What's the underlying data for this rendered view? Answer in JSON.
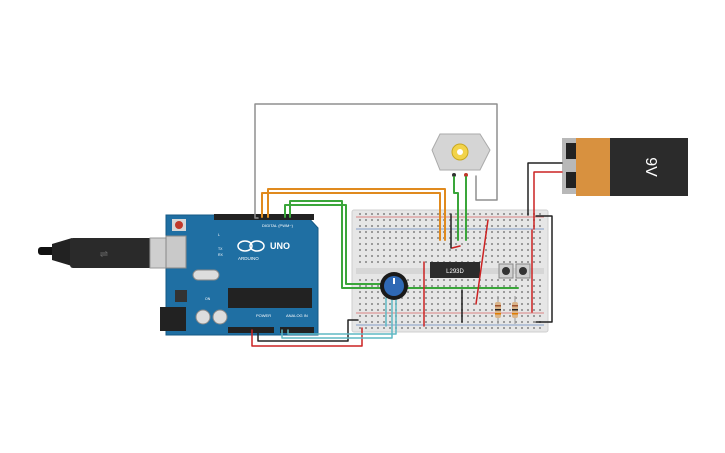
{
  "arduino": {
    "brand": "ARDUINO",
    "model": "UNO",
    "digital_header": "DIGITAL (PWM~)",
    "power_label": "POWER",
    "analog_label": "ANALOG IN",
    "tx_label": "TX",
    "rx_label": "RX",
    "l_label": "L",
    "on_label": "ON",
    "board_color": "#1f6fa3"
  },
  "battery": {
    "label": "9V",
    "body_color": "#2b2b2b",
    "wrap_color": "#d8913f"
  },
  "ic": {
    "label": "L293D"
  },
  "colors": {
    "wire_orange": "#e08a1e",
    "wire_green": "#3aa63a",
    "wire_gray": "#8f8f8f",
    "wire_red": "#cc2222",
    "wire_black": "#222222",
    "wire_cyan": "#5fb8c4",
    "breadboard": "#e6e6e6"
  }
}
